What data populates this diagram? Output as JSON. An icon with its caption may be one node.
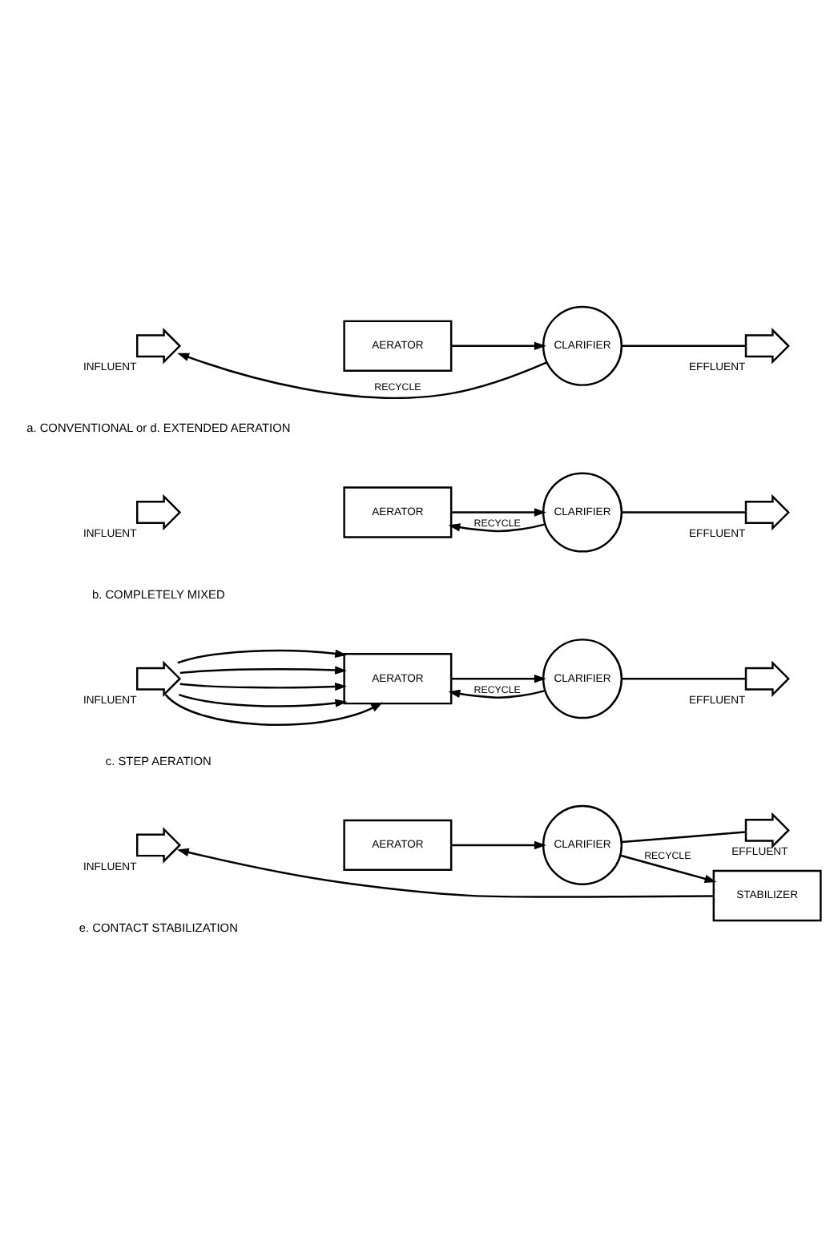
{
  "diagram": {
    "nodes": [
      {
        "text": [],
        "shape": "arrow",
        "beside": [
          "INFLUENT"
        ]
      },
      {
        "text": [
          "AERATOR"
        ]
      },
      {
        "text": [
          "CLARIFIER"
        ]
      },
      {
        "text": [],
        "shape": "arrow",
        "beside": [
          "EFFLUENT"
        ]
      },
      {
        "text": [],
        "shape": "arrow",
        "beside": [
          "INFLUENT"
        ]
      },
      {
        "text": [
          "AERATOR"
        ]
      },
      {
        "text": [
          "CLARIFIER"
        ]
      },
      {
        "text": [],
        "shape": "arrow",
        "beside": [
          "EFFLUENT"
        ]
      },
      {
        "text": [],
        "shape": "arrow",
        "beside": [
          "INFLUENT"
        ]
      },
      {
        "text": [
          "AERATOR"
        ]
      },
      {
        "text": [
          "CLARIFIER"
        ]
      },
      {
        "text": [],
        "shape": "arrow",
        "beside": [
          "EFFLUENT"
        ]
      },
      {
        "text": [],
        "shape": "arrow",
        "beside": [
          "INFLUENT"
        ]
      },
      {
        "text": [
          "AERATOR"
        ]
      },
      {
        "text": [
          "CLARIFIER"
        ]
      },
      {
        "text": [],
        "shape": "arrow",
        "beside": [
          "EFFLUENT"
        ]
      },
      {
        "text": [
          "STABILIZER"
        ]
      }
    ],
    "edges": [
      {
        "from": 1,
        "to": 2,
        "arrow": "to"
      },
      {
        "from": 2,
        "to": 3,
        "arrow": "none"
      },
      {
        "from": 2,
        "to": 0,
        "arrow": "to",
        "label": "RECYCLE"
      },
      {
        "from": 5,
        "to": 6,
        "arrow": "to"
      },
      {
        "from": 6,
        "to": 7,
        "arrow": "none"
      },
      {
        "from": 6,
        "to": 5,
        "arrow": "to",
        "label": "RECYCLE"
      },
      {
        "from": 8,
        "to": 9,
        "arrow": "to"
      },
      {
        "from": 8,
        "to": 9,
        "arrow": "to"
      },
      {
        "from": 8,
        "to": 9,
        "arrow": "to"
      },
      {
        "from": 8,
        "to": 9,
        "arrow": "to"
      },
      {
        "from": 8,
        "to": 9,
        "arrow": "to"
      },
      {
        "from": 9,
        "to": 10,
        "arrow": "to"
      },
      {
        "from": 10,
        "to": 11,
        "arrow": "none"
      },
      {
        "from": 10,
        "to": 9,
        "arrow": "to",
        "label": "RECYCLE"
      },
      {
        "from": 13,
        "to": 14,
        "arrow": "to"
      },
      {
        "from": 14,
        "to": 15,
        "arrow": "none"
      },
      {
        "from": 14,
        "to": 16,
        "arrow": "to",
        "label": "RECYCLE"
      },
      {
        "from": 16,
        "to": 12,
        "arrow": "to"
      }
    ],
    "labels": [
      "a. CONVENTIONAL or d. EXTENDED AERATION",
      "b. COMPLETELY MIXED",
      "c. STEP AERATION",
      "e. CONTACT STABILIZATION"
    ]
  }
}
